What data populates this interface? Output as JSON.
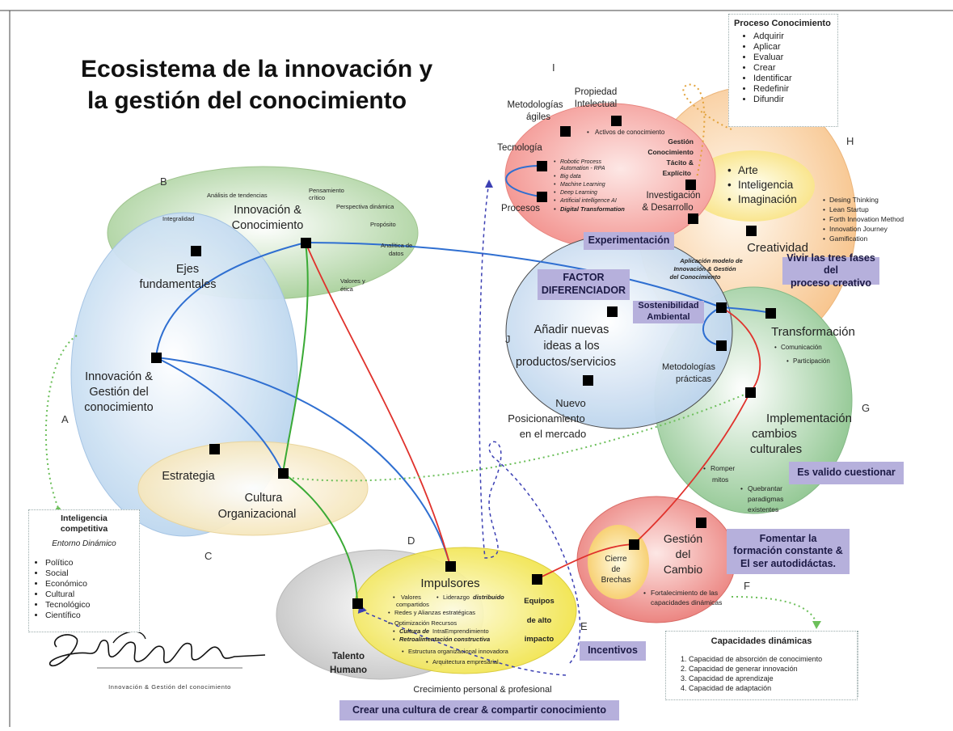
{
  "title_line1": "Ecosistema de la innovación y",
  "title_line2": "la gestión del conocimiento",
  "letters": {
    "A": "A",
    "B": "B",
    "C": "C",
    "D": "D",
    "E": "E",
    "F": "F",
    "G": "G",
    "H": "H",
    "I": "I",
    "J": "J"
  },
  "circle_b": {
    "title1": "Innovación &",
    "title2": "Conocimiento",
    "items": {
      "analisis": "Análisis de tendencias",
      "pensamiento1": "Pensamiento",
      "pensamiento2": "crítico",
      "perspectiva": "Perspectiva dinámica",
      "integralidad": "Integralidad",
      "proposito": "Propósito",
      "analitica1": "Analítica de",
      "analitica2": "datos",
      "valores1": "Valores y",
      "valores2": "ética"
    }
  },
  "circle_a": {
    "ejes1": "Ejes",
    "ejes2": "fundamentales",
    "ig1": "Innovación &",
    "ig2": "Gestión del",
    "ig3": "conocimiento"
  },
  "circle_c": {
    "estrategia": "Estrategia",
    "cultura1": "Cultura",
    "cultura2": "Organizacional"
  },
  "inteligencia_box": {
    "title1": "Inteligencia",
    "title2": "competitiva",
    "subtitle": "Entorno Dinámico",
    "items": [
      "Político",
      "Social",
      "Económico",
      "Cultural",
      "Tecnológico",
      "Científico"
    ]
  },
  "circle_d": {
    "talento1": "Talento",
    "talento2": "Humano",
    "impulsores": "Impulsores",
    "valores1": "Valores",
    "valores2": "compartidos",
    "liderazgo": "Liderazgo",
    "distribuido": "distribuido",
    "redes": "Redes y Alianzas estratégicas",
    "optimizacion": "Optimización Recursos",
    "cultura_de": "Cultura de",
    "intra": "IntraEmprendimiento",
    "retro": "Retroalimentación constructiva",
    "estructura": "Estructura organizacional innovadora",
    "arquitectura": "Arquitectura empresarial",
    "equipos1": "Equipos",
    "equipos2": "de alto",
    "equipos3": "impacto",
    "crecimiento": "Crecimiento personal & profesional"
  },
  "circle_i": {
    "metodologias1": "Metodologías",
    "metodologias2": "ágiles",
    "propiedad1": "Propiedad",
    "propiedad2": "Intelectual",
    "activos": "Activos de conocimiento",
    "tecnologia": "Tecnología",
    "procesos": "Procesos",
    "tech_items": [
      "Robotic Process",
      "Automation - RPA",
      "Big data",
      "Machine Learning",
      "Deep Learning",
      "Artificial intelligence AI"
    ],
    "digital": "Digital Transformation",
    "gestion1": "Gestión",
    "gestion2": "Conocimiento",
    "gestion3": "Tácito &",
    "gestion4": "Explícito",
    "investigacion1": "Investigación",
    "investigacion2": "& Desarrollo"
  },
  "proceso_box": {
    "title": "Proceso Conocimiento",
    "items": [
      "Adquirir",
      "Aplicar",
      "Evaluar",
      "Crear",
      "Identificar",
      "Redefinir",
      "Difundir"
    ]
  },
  "circle_h": {
    "items": [
      "Arte",
      "Inteligencia",
      "Imaginación"
    ],
    "methods": [
      "Desing Thinking",
      "Lean Startup",
      "Forth Innovation Method",
      "Innovation Journey",
      "Gamification"
    ],
    "creatividad": "Creatividad"
  },
  "circle_j": {
    "aplicacion1": "Aplicación modelo de",
    "aplicacion2": "Innovación &  Gestión",
    "aplicacion3": "del Conocimiento",
    "anadir1": "Añadir nuevas",
    "anadir2": "ideas a los",
    "anadir3": "productos/servicios",
    "nuevo1": "Nuevo",
    "nuevo2": "Posicionamiento",
    "nuevo3": "en el mercado",
    "metodologias1": "Metodologías",
    "metodologias2": "prácticas"
  },
  "circle_g": {
    "transformacion": "Transformación",
    "comunicacion": "Comunicación",
    "participacion": "Participación",
    "implementacion1": "Implementación",
    "implementacion2": "cambios",
    "implementacion3": "culturales",
    "romper1": "Romper",
    "romper2": "mitos",
    "quebrantar1": "Quebrantar",
    "quebrantar2": "paradigmas",
    "quebrantar3": "existentes"
  },
  "circle_f": {
    "gestion1": "Gestión",
    "gestion2": "del",
    "gestion3": "Cambio",
    "cierre1": "Cierre",
    "cierre2": "de",
    "cierre3": "Brechas",
    "fortalecimiento1": "Fortalecimiento de las",
    "fortalecimiento2": "capacidades dinámicas"
  },
  "capacidades_box": {
    "title": "Capacidades dinámicas",
    "items": [
      "Capacidad de absorción de conocimiento",
      "Capacidad de generar innovación",
      "Capacidad de aprendizaje",
      "Capacidad de adaptación"
    ]
  },
  "purple": {
    "experimentacion": "Experimentación",
    "factor1": "FACTOR",
    "factor2": "DIFERENCIADOR",
    "sostenibilidad1": "Sostenibilidad",
    "sostenibilidad2": "Ambiental",
    "vivir1": "Vivir las tres fases del",
    "vivir2": "proceso creativo",
    "valido": "Es valido cuestionar",
    "fomentar1": "Fomentar la",
    "fomentar2": "formación constante &",
    "fomentar3": "El ser autodidáctas.",
    "incentivos": "Incentivos",
    "crear": "Crear una cultura de crear & compartir conocimiento"
  },
  "signature": {
    "caption": "Innovación & Gestión del conocimiento"
  },
  "colors": {
    "blue_line": "#2f6fd1",
    "red_line": "#e0322c",
    "green_line": "#3aaa35",
    "dotted_green": "#6cbf5a",
    "dotted_blue": "#3b3fb3",
    "dotted_orange": "#e2a23a",
    "purple_box": "#b6b0dc"
  }
}
